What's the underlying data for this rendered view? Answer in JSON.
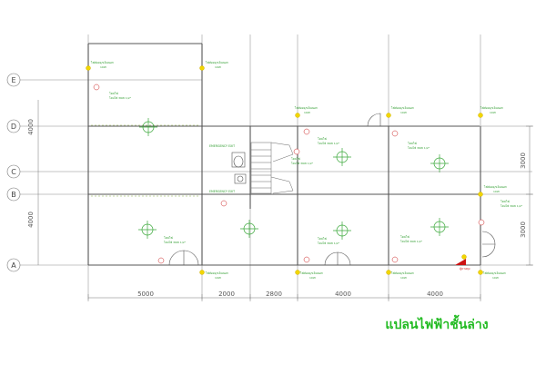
{
  "title": "แปลนไฟฟ้าชั้นล่าง",
  "grid_rows": [
    {
      "id": "E",
      "label": "E"
    },
    {
      "id": "D",
      "label": "D"
    },
    {
      "id": "C",
      "label": "C"
    },
    {
      "id": "B",
      "label": "B"
    },
    {
      "id": "A",
      "label": "A"
    }
  ],
  "bottom_dims": [
    "5000",
    "2000",
    "2800",
    "4000",
    "4000"
  ],
  "left_dims": [
    "4000",
    "4000"
  ],
  "right_dims": [
    "3000",
    "3000"
  ],
  "labels": {
    "lamp_note": "โคมไฟ",
    "lamp_spec": "โคมไฟ 36W 1/2\"",
    "socket_note": "ไฟส่องฉุกเฉินนอก",
    "socket_spec": "10W",
    "switch_note": "EMERGENCY EXIT",
    "panel_note": "ตู้ควบคุม"
  }
}
